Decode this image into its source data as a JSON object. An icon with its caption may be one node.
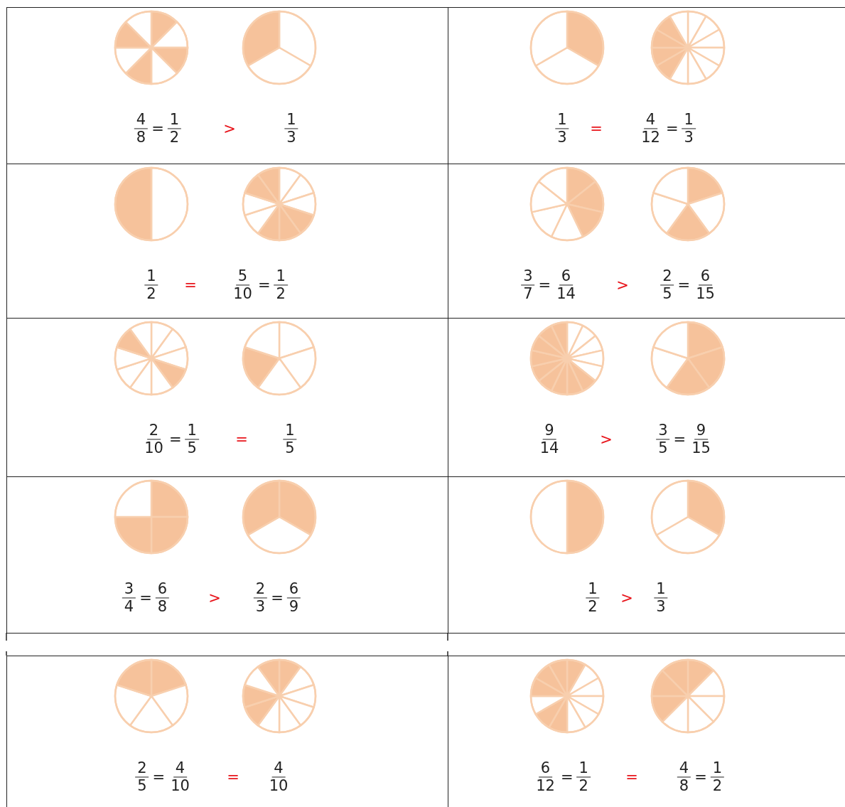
{
  "diagram": {
    "nodes": [
      {
        "text": [
          "4",
          "8",
          "=",
          "1",
          "2",
          ">",
          "1",
          "3"
        ]
      },
      {
        "text": [],
        "shape": "circle",
        "in": 0
      },
      {
        "text": [],
        "shape": "circle",
        "in": 0
      },
      {
        "text": [
          "1",
          "3",
          "=",
          "4",
          "12",
          "=",
          "1",
          "3"
        ]
      },
      {
        "text": [],
        "shape": "circle",
        "in": 3
      },
      {
        "text": [],
        "shape": "circle",
        "in": 3
      },
      {
        "text": [
          "1",
          "2",
          "=",
          "5",
          "10",
          "=",
          "1",
          "2"
        ]
      },
      {
        "text": [],
        "shape": "circle",
        "in": 6
      },
      {
        "text": [],
        "shape": "circle",
        "in": 6
      },
      {
        "text": [
          "3",
          "7",
          "=",
          "6",
          "14",
          ">",
          "2",
          "5",
          "=",
          "6",
          "15"
        ]
      },
      {
        "text": [],
        "shape": "circle",
        "in": 9
      },
      {
        "text": [],
        "shape": "circle",
        "in": 9
      },
      {
        "text": [
          "2",
          "10",
          "=",
          "1",
          "5",
          "=",
          "1",
          "5"
        ]
      },
      {
        "text": [],
        "shape": "circle",
        "in": 12
      },
      {
        "text": [],
        "shape": "circle",
        "in": 12
      },
      {
        "text": [
          "9",
          "14",
          ">",
          "3",
          "5",
          "=",
          "9",
          "15"
        ]
      },
      {
        "text": [],
        "shape": "circle",
        "in": 15
      },
      {
        "text": [],
        "shape": "circle",
        "in": 15
      },
      {
        "text": [
          "3",
          "4",
          "=",
          "6",
          "8",
          ">",
          "2",
          "3",
          "=",
          "6",
          "9"
        ]
      },
      {
        "text": [],
        "shape": "circle",
        "in": 18
      },
      {
        "text": [],
        "shape": "circle",
        "in": 18
      },
      {
        "text": [
          "1",
          "2",
          ">",
          "1",
          "3"
        ]
      },
      {
        "text": [],
        "shape": "circle",
        "in": 21
      },
      {
        "text": [],
        "shape": "circle",
        "in": 21
      },
      {
        "text": [
          "2",
          "5",
          "=",
          "4",
          "10",
          "=",
          "4",
          "10"
        ]
      },
      {
        "text": [],
        "shape": "circle",
        "in": 24
      },
      {
        "text": [],
        "shape": "circle",
        "in": 24
      },
      {
        "text": [
          "6",
          "12",
          "=",
          "1",
          "2",
          "=",
          "4",
          "8",
          "=",
          "1",
          "2"
        ]
      },
      {
        "text": [],
        "shape": "circle",
        "in": 27
      },
      {
        "text": [],
        "shape": "circle",
        "in": 27
      }
    ]
  }
}
